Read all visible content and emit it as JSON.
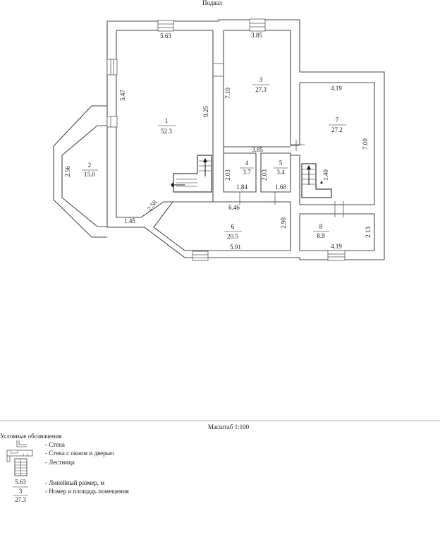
{
  "title": "Подвал",
  "scale": "Масштаб 1:100",
  "legend": {
    "heading": "Условные обозначения",
    "items": [
      {
        "text": "- Стена",
        "icon": "wall-icon"
      },
      {
        "text": "- Стена с окном и дверью",
        "icon": "wall-window-door-icon"
      },
      {
        "text": "- Лестница",
        "icon": "stairs-icon"
      },
      {
        "text": "- Линейный размер, м",
        "icon": "dimension-sample"
      },
      {
        "text": "- Номер и площадь помещения",
        "icon": "room-number-sample"
      }
    ],
    "sample_dimension": "5.63",
    "sample_room_number": "3",
    "sample_room_area": "27.3"
  },
  "rooms": [
    {
      "number": "1",
      "area": "52.3"
    },
    {
      "number": "2",
      "area": "15.0"
    },
    {
      "number": "3",
      "area": "27.3"
    },
    {
      "number": "4",
      "area": "3.7"
    },
    {
      "number": "5",
      "area": "3.4"
    },
    {
      "number": "6",
      "area": "20.5"
    },
    {
      "number": "7",
      "area": "27.2"
    },
    {
      "number": "8",
      "area": "8.9"
    }
  ],
  "dimensions": {
    "room1_top": "5.63",
    "room1_left": "5.47",
    "room1_right": "9.25",
    "room1_bottom": "1.45",
    "room1_diag": "2.58",
    "room2_left": "2.56",
    "room3_top": "3.85",
    "room3_left": "7.10",
    "room3_bottom": "3.85",
    "room4_left": "2.03",
    "room4_bottom": "1.84",
    "room5_left": "2.03",
    "room5_bottom": "1.68",
    "room6_top": "6.46",
    "room6_right": "2.90",
    "room6_bottom": "5.91",
    "room7_top": "4.19",
    "room7_right": "7.00",
    "room7_stair": "1.40",
    "room8_right": "2.13",
    "room8_bottom": "4.19"
  },
  "colors": {
    "wall": "#4a4a4a",
    "text": "#1a1a1a"
  }
}
